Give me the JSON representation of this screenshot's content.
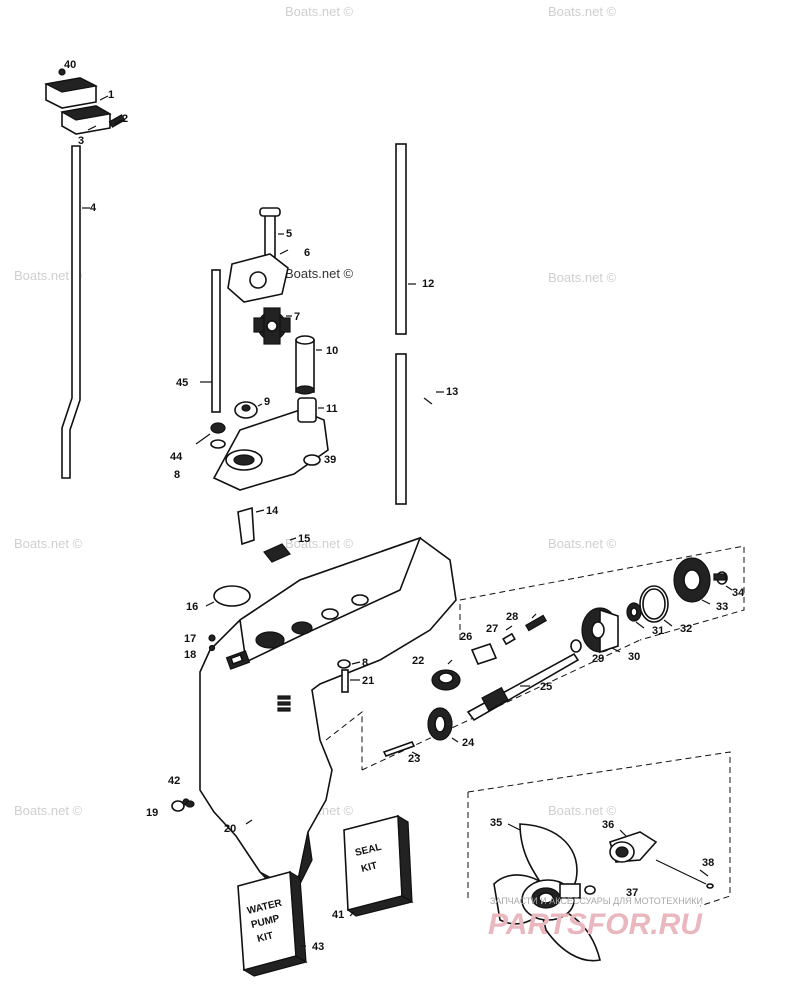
{
  "watermark": {
    "text": "Boats.net ©"
  },
  "kits": {
    "seal": [
      "SEAL",
      "KIT"
    ],
    "water_pump": [
      "WATER",
      "PUMP",
      "KIT"
    ]
  },
  "promo": {
    "small": "ЗАПЧАСТИ И АКСЕССУАРЫ ДЛЯ МОТОТЕХНИКИ",
    "big": "PARTSFOR.RU"
  },
  "callouts": [
    {
      "id": "40"
    },
    {
      "id": "1"
    },
    {
      "id": "2"
    },
    {
      "id": "3"
    },
    {
      "id": "4"
    },
    {
      "id": "5"
    },
    {
      "id": "6"
    },
    {
      "id": "7"
    },
    {
      "id": "10"
    },
    {
      "id": "45"
    },
    {
      "id": "9"
    },
    {
      "id": "11"
    },
    {
      "id": "44"
    },
    {
      "id": "8"
    },
    {
      "id": "39"
    },
    {
      "id": "12"
    },
    {
      "id": "13"
    },
    {
      "id": "14"
    },
    {
      "id": "15"
    },
    {
      "id": "16"
    },
    {
      "id": "17"
    },
    {
      "id": "18"
    },
    {
      "id": "8"
    },
    {
      "id": "21"
    },
    {
      "id": "22"
    },
    {
      "id": "26"
    },
    {
      "id": "27"
    },
    {
      "id": "28"
    },
    {
      "id": "25"
    },
    {
      "id": "24"
    },
    {
      "id": "23"
    },
    {
      "id": "29"
    },
    {
      "id": "30"
    },
    {
      "id": "31"
    },
    {
      "id": "32"
    },
    {
      "id": "33"
    },
    {
      "id": "34"
    },
    {
      "id": "42"
    },
    {
      "id": "19"
    },
    {
      "id": "20"
    },
    {
      "id": "35"
    },
    {
      "id": "36"
    },
    {
      "id": "38"
    },
    {
      "id": "37"
    },
    {
      "id": "41"
    },
    {
      "id": "43"
    }
  ]
}
